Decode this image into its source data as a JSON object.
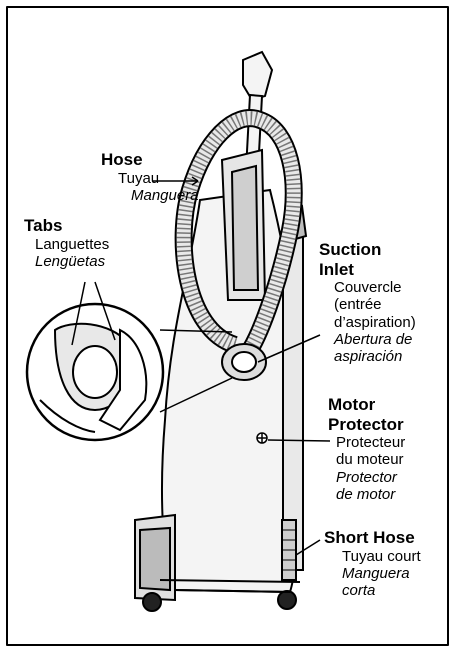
{
  "labels": {
    "hose": {
      "title": "Hose",
      "fr": "Tuyau",
      "es": "Manguera"
    },
    "tabs": {
      "title": "Tabs",
      "fr": "Languettes",
      "es": "Lengüetas"
    },
    "suction_inlet": {
      "title_1": "Suction",
      "title_2": "Inlet",
      "fr_1": "Couvercle",
      "fr_2": "(entrée",
      "fr_3": "d’aspiration)",
      "es_1": "Abertura de",
      "es_2": "aspiración"
    },
    "motor_protector": {
      "title_1": "Motor",
      "title_2": "Protector",
      "fr_1": "Protecteur",
      "fr_2": "du moteur",
      "es_1": "Protector",
      "es_2": "de motor"
    },
    "short_hose": {
      "title": "Short Hose",
      "fr_1": "Tuyau court",
      "es_1": "Manguera",
      "es_2": "corta"
    }
  },
  "colors": {
    "line": "#000000",
    "body_fill": "#f4f4f4",
    "shade": "#c8c8c8",
    "dark": "#222222"
  }
}
